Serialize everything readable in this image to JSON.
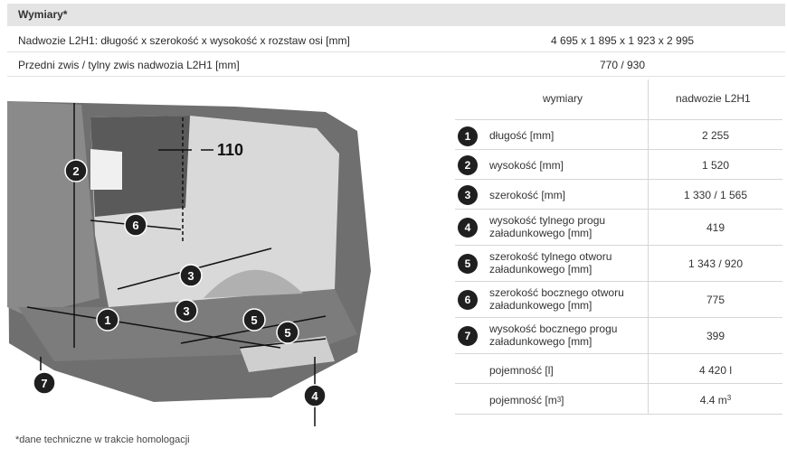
{
  "header": {
    "title": "Wymiary*"
  },
  "rows": [
    {
      "label": "Nadwozie L2H1: długość x szerokość x wysokość x rozstaw osi [mm]",
      "value": "4 695 x 1 895 x 1 923 x 2 995"
    },
    {
      "label": "Przedni zwis / tylny zwis nadwozia L2H1 [mm]",
      "value": "770 / 930"
    }
  ],
  "table": {
    "col_headers": [
      "wymiary",
      "nadwozie L2H1"
    ],
    "items": [
      {
        "num": "1",
        "label": "długość [mm]",
        "value": "2 255"
      },
      {
        "num": "2",
        "label": "wysokość [mm]",
        "value": "1 520"
      },
      {
        "num": "3",
        "label": "szerokość [mm]",
        "value": "1 330 / 1 565"
      },
      {
        "num": "4",
        "label": "wysokość tylnego progu\nzaładunkowego [mm]",
        "value": "419"
      },
      {
        "num": "5",
        "label": "szerokość tylnego otworu\nzaładunkowego [mm]",
        "value": "1 343 / 920"
      },
      {
        "num": "6",
        "label": "szerokość bocznego otworu\nzaładunkowego [mm]",
        "value": "775"
      },
      {
        "num": "7",
        "label": "wysokość bocznego progu\nzaładunkowego [mm]",
        "value": "399"
      },
      {
        "num": "",
        "label": "pojemność [l]",
        "value": "4 420 l"
      },
      {
        "num": "",
        "label": "pojemność [m",
        "label_sup": "3",
        "label_after": "]",
        "value": "4.4 m",
        "value_sup": "3"
      }
    ]
  },
  "diagram": {
    "dimension_label": "110",
    "markers": [
      "2",
      "6",
      "3",
      "1",
      "3",
      "5",
      "5",
      "7",
      "4"
    ]
  },
  "footnote": "*dane techniczne w trakcie homologacji"
}
